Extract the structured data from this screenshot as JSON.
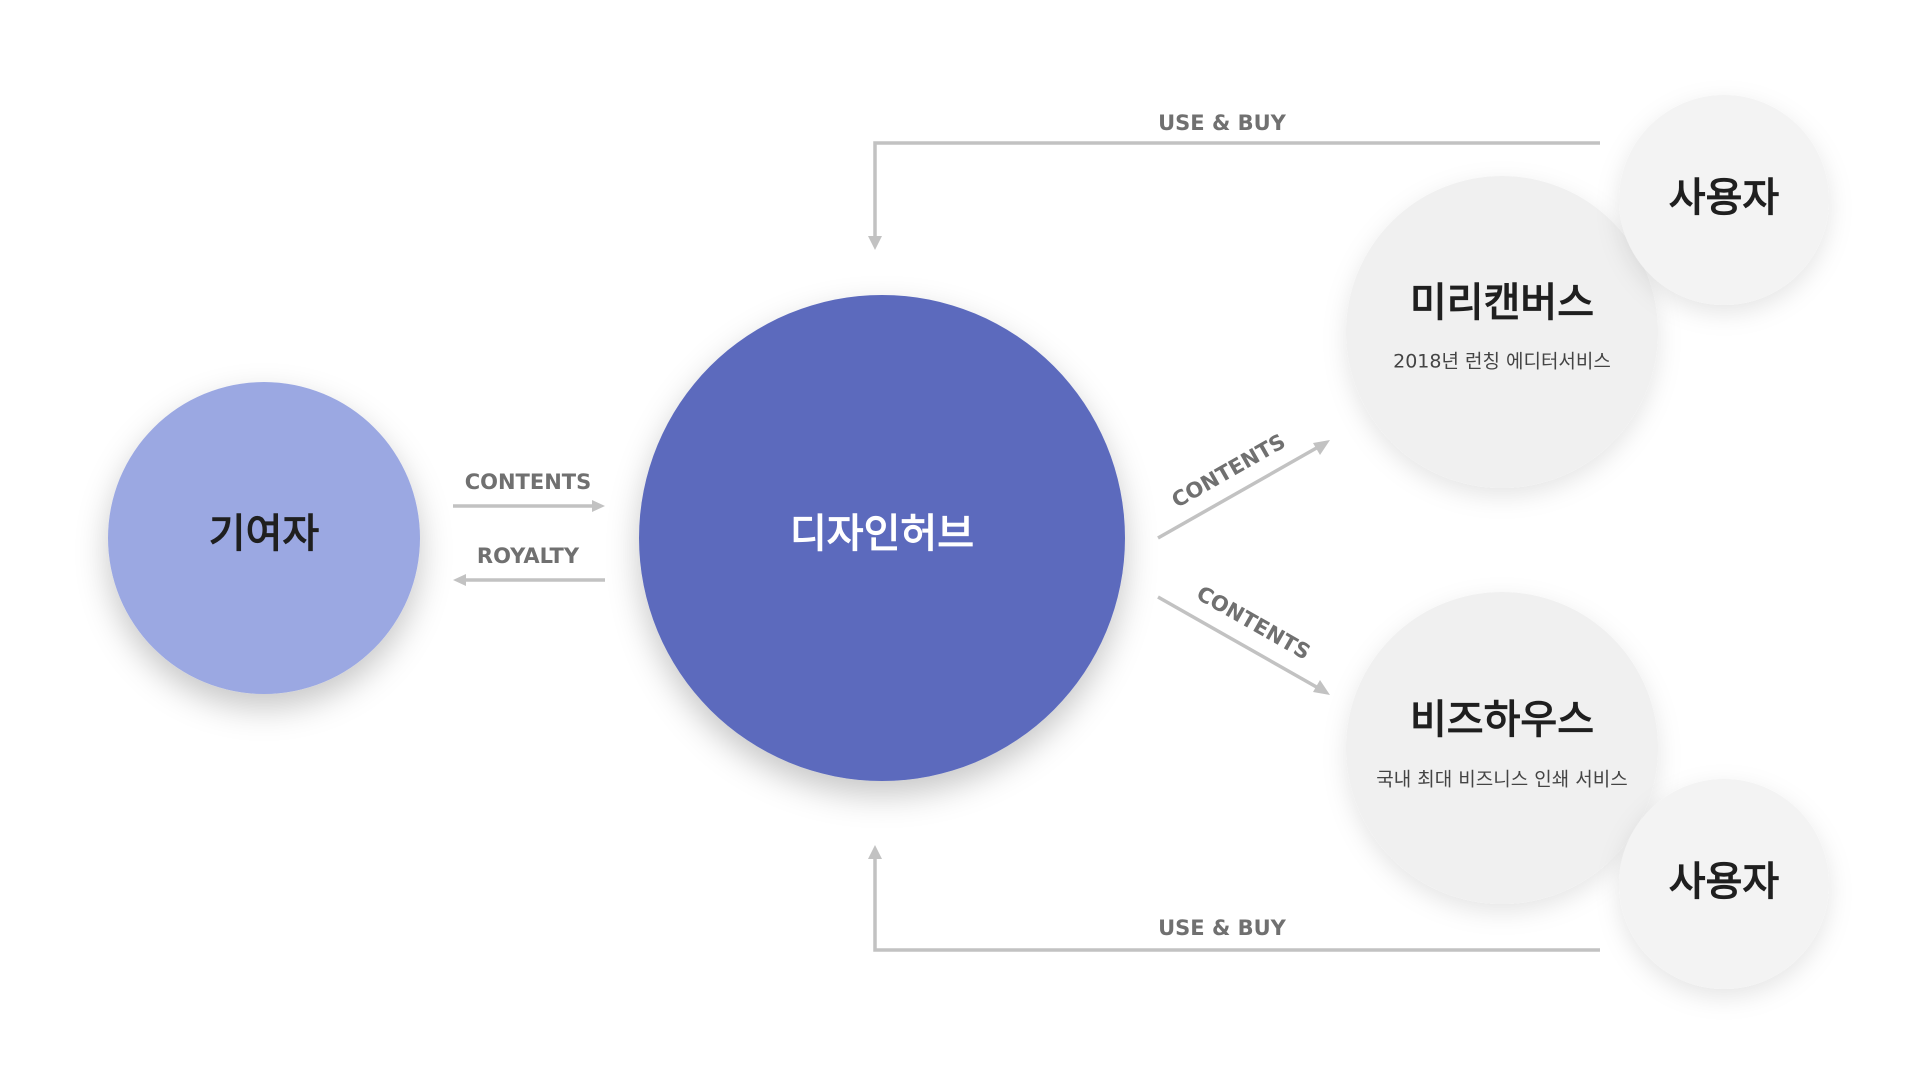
{
  "colors": {
    "contributor": "#9ba8e2",
    "hub": "#5c6bbd",
    "service": "#f0f0f0",
    "user": "#f3f3f3",
    "connector": "#c2c2c2",
    "connector_label": "#707070",
    "dark_text": "#1f1f1f",
    "hub_text": "#ffffff"
  },
  "nodes": {
    "contributor": {
      "title": "기여자"
    },
    "hub": {
      "title": "디자인허브"
    },
    "miri": {
      "title": "미리캔버스",
      "subtitle": "2018년 런칭 에디터서비스"
    },
    "bizhows": {
      "title": "비즈하우스",
      "subtitle": "국내 최대 비즈니스 인쇄 서비스"
    },
    "user_top": {
      "title": "사용자"
    },
    "user_bottom": {
      "title": "사용자"
    }
  },
  "connectors": {
    "contributor_to_hub": "CONTENTS",
    "hub_to_contributor": "ROYALTY",
    "hub_to_miri": "CONTENTS",
    "hub_to_bizhows": "CONTENTS",
    "user_top_to_hub": "USE & BUY",
    "user_bottom_to_hub": "USE & BUY"
  }
}
